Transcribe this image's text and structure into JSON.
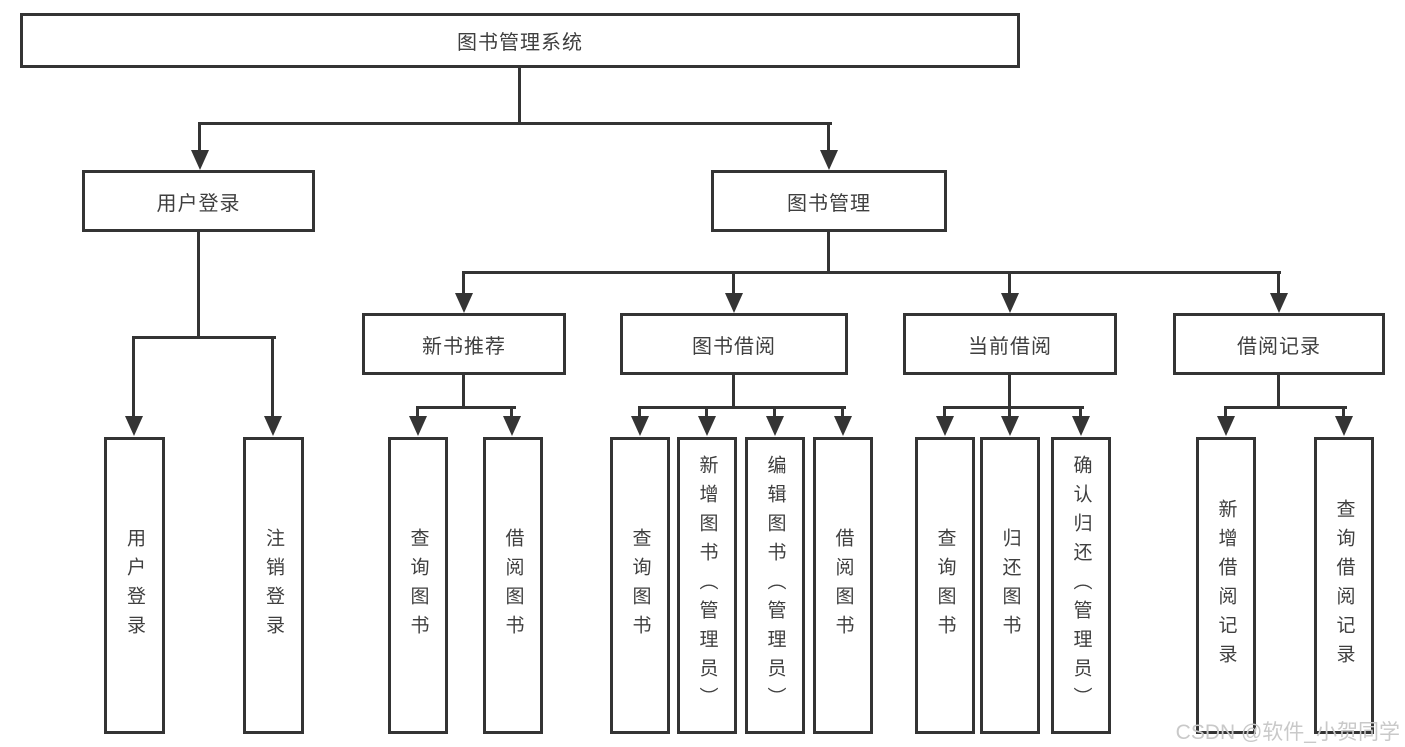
{
  "diagram_title": "图书管理系统",
  "nodes": {
    "root": {
      "label": "图书管理系统"
    },
    "user_login_group": {
      "label": "用户登录"
    },
    "book_management": {
      "label": "图书管理"
    },
    "new_book_recommend": {
      "label": "新书推荐"
    },
    "book_borrowing": {
      "label": "图书借阅"
    },
    "current_borrowing": {
      "label": "当前借阅"
    },
    "borrowing_records": {
      "label": "借阅记录"
    },
    "leaf_user_login": {
      "label": "用户登录"
    },
    "leaf_logout": {
      "label": "注销登录"
    },
    "leaf_query_books_1": {
      "label": "查询图书"
    },
    "leaf_borrow_books_1": {
      "label": "借阅图书"
    },
    "leaf_query_books_2": {
      "label": "查询图书"
    },
    "leaf_add_books_admin": {
      "label": "新增图书（管理员）"
    },
    "leaf_edit_books_admin": {
      "label": "编辑图书（管理员）"
    },
    "leaf_borrow_books_2": {
      "label": "借阅图书"
    },
    "leaf_query_books_3": {
      "label": "查询图书"
    },
    "leaf_return_books": {
      "label": "归还图书"
    },
    "leaf_confirm_return_admin": {
      "label": "确认归还（管理员）"
    },
    "leaf_add_borrow_record": {
      "label": "新增借阅记录"
    },
    "leaf_query_borrow_record": {
      "label": "查询借阅记录"
    }
  },
  "watermark": {
    "text": "CSDN @软件_小贺同学"
  },
  "colors": {
    "line": "#343434",
    "text": "#3f3f3f",
    "box_background": "#ffffff",
    "page_background": "#ffffff",
    "watermark": "#c9c9c9"
  }
}
